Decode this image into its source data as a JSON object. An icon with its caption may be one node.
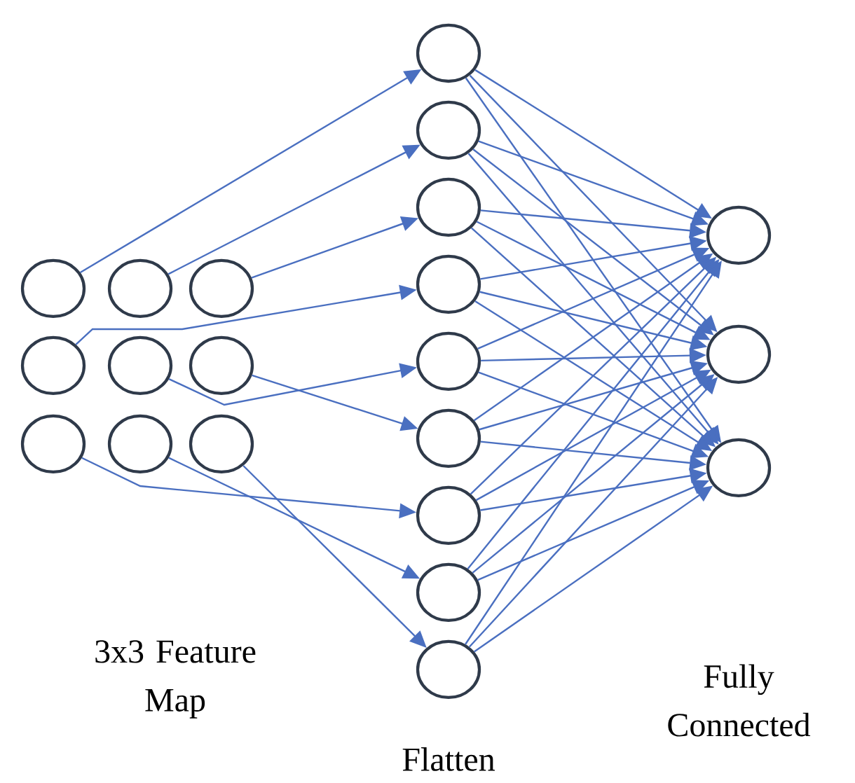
{
  "diagram": {
    "nodes": [
      {
        "text": [],
        "shape": "circle"
      },
      {
        "text": [],
        "shape": "circle"
      },
      {
        "text": [],
        "shape": "circle"
      },
      {
        "text": [],
        "shape": "circle"
      },
      {
        "text": [],
        "shape": "circle"
      },
      {
        "text": [],
        "shape": "circle"
      },
      {
        "text": [],
        "shape": "circle"
      },
      {
        "text": [],
        "shape": "circle"
      },
      {
        "text": [],
        "shape": "circle"
      },
      {
        "text": [],
        "shape": "circle"
      },
      {
        "text": [],
        "shape": "circle"
      },
      {
        "text": [],
        "shape": "circle"
      },
      {
        "text": [],
        "shape": "circle"
      },
      {
        "text": [],
        "shape": "circle"
      },
      {
        "text": [],
        "shape": "circle"
      },
      {
        "text": [],
        "shape": "circle"
      },
      {
        "text": [],
        "shape": "circle"
      },
      {
        "text": [],
        "shape": "circle"
      },
      {
        "text": [],
        "shape": "circle"
      },
      {
        "text": [],
        "shape": "circle"
      },
      {
        "text": [],
        "shape": "circle"
      }
    ],
    "edges": [
      {
        "from": 0,
        "to": 9,
        "arrow": "to"
      },
      {
        "from": 1,
        "to": 10,
        "arrow": "to"
      },
      {
        "from": 2,
        "to": 11,
        "arrow": "to"
      },
      {
        "from": 3,
        "to": 12,
        "arrow": "to"
      },
      {
        "from": 4,
        "to": 13,
        "arrow": "to"
      },
      {
        "from": 5,
        "to": 14,
        "arrow": "to"
      },
      {
        "from": 6,
        "to": 15,
        "arrow": "to"
      },
      {
        "from": 7,
        "to": 16,
        "arrow": "to"
      },
      {
        "from": 8,
        "to": 17,
        "arrow": "to"
      },
      {
        "from": 9,
        "to": 18,
        "arrow": "to"
      },
      {
        "from": 9,
        "to": 19,
        "arrow": "to"
      },
      {
        "from": 9,
        "to": 20,
        "arrow": "to"
      },
      {
        "from": 10,
        "to": 18,
        "arrow": "to"
      },
      {
        "from": 10,
        "to": 19,
        "arrow": "to"
      },
      {
        "from": 10,
        "to": 20,
        "arrow": "to"
      },
      {
        "from": 11,
        "to": 18,
        "arrow": "to"
      },
      {
        "from": 11,
        "to": 19,
        "arrow": "to"
      },
      {
        "from": 11,
        "to": 20,
        "arrow": "to"
      },
      {
        "from": 12,
        "to": 18,
        "arrow": "to"
      },
      {
        "from": 12,
        "to": 19,
        "arrow": "to"
      },
      {
        "from": 12,
        "to": 20,
        "arrow": "to"
      },
      {
        "from": 13,
        "to": 18,
        "arrow": "to"
      },
      {
        "from": 13,
        "to": 19,
        "arrow": "to"
      },
      {
        "from": 13,
        "to": 20,
        "arrow": "to"
      },
      {
        "from": 14,
        "to": 18,
        "arrow": "to"
      },
      {
        "from": 14,
        "to": 19,
        "arrow": "to"
      },
      {
        "from": 14,
        "to": 20,
        "arrow": "to"
      },
      {
        "from": 15,
        "to": 18,
        "arrow": "to"
      },
      {
        "from": 15,
        "to": 19,
        "arrow": "to"
      },
      {
        "from": 15,
        "to": 20,
        "arrow": "to"
      },
      {
        "from": 16,
        "to": 18,
        "arrow": "to"
      },
      {
        "from": 16,
        "to": 19,
        "arrow": "to"
      },
      {
        "from": 16,
        "to": 20,
        "arrow": "to"
      },
      {
        "from": 17,
        "to": 18,
        "arrow": "to"
      },
      {
        "from": 17,
        "to": 19,
        "arrow": "to"
      },
      {
        "from": 17,
        "to": 20,
        "arrow": "to"
      }
    ],
    "labels": [
      "3x3 Feature Map",
      "Flatten",
      "Fully Connected"
    ]
  }
}
